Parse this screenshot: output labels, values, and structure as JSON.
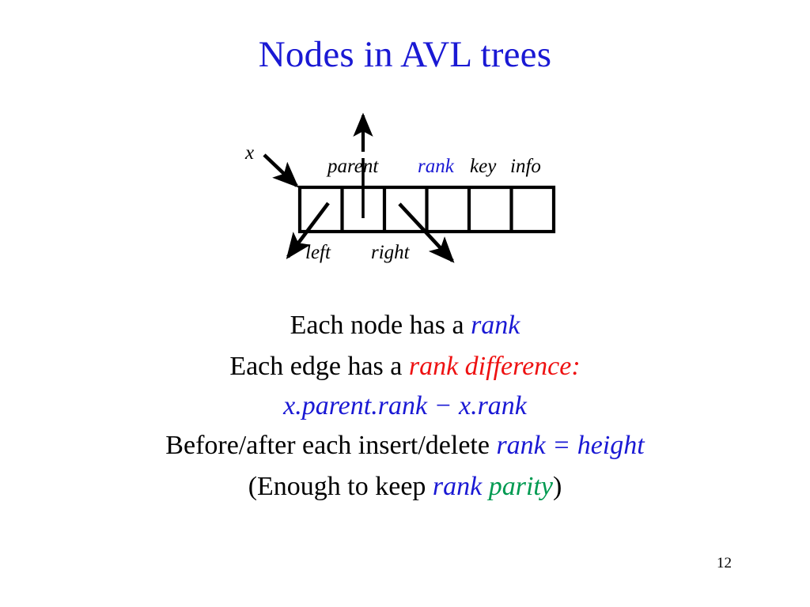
{
  "slide": {
    "title": "Nodes in AVL trees",
    "page_number": "12",
    "title_color": "#1a19d4",
    "accent_colors": {
      "blue": "#1a19d4",
      "red": "#ee1111",
      "green": "#009a51",
      "black": "#000000"
    }
  },
  "diagram": {
    "name": "avl-node-record-diagram",
    "pointer_label": "x",
    "field_labels": {
      "parent": "parent",
      "rank": "rank",
      "key": "key",
      "info": "info",
      "left": "left",
      "right": "right"
    },
    "cell_count": 6,
    "arrows": {
      "x_to_node": "down-right-arrow",
      "parent_up": "up-arrow",
      "left_child": "down-left-arrow",
      "right_child": "down-right-arrow"
    }
  },
  "body": {
    "lines": [
      {
        "id": "line-each-node",
        "parts": [
          {
            "text": "Each node has a ",
            "style": "plain"
          },
          {
            "text": "rank",
            "style": "blue-italic"
          }
        ]
      },
      {
        "id": "line-each-edge",
        "parts": [
          {
            "text": "Each edge has a ",
            "style": "plain"
          },
          {
            "text": "rank difference:",
            "style": "red-italic"
          }
        ]
      },
      {
        "id": "line-rank-diff-formula",
        "parts": [
          {
            "text": "x.parent.rank − x.rank",
            "style": "blue-italic"
          }
        ]
      },
      {
        "id": "line-before-after",
        "parts": [
          {
            "text": "Before/after each insert/delete ",
            "style": "plain"
          },
          {
            "text": "rank = height",
            "style": "blue-italic"
          }
        ]
      },
      {
        "id": "line-enough-parity",
        "parts": [
          {
            "text": "(Enough to keep ",
            "style": "plain"
          },
          {
            "text": "rank",
            "style": "blue-italic"
          },
          {
            "text": " ",
            "style": "plain"
          },
          {
            "text": "parity",
            "style": "green-italic"
          },
          {
            "text": ")",
            "style": "plain"
          }
        ]
      }
    ]
  }
}
